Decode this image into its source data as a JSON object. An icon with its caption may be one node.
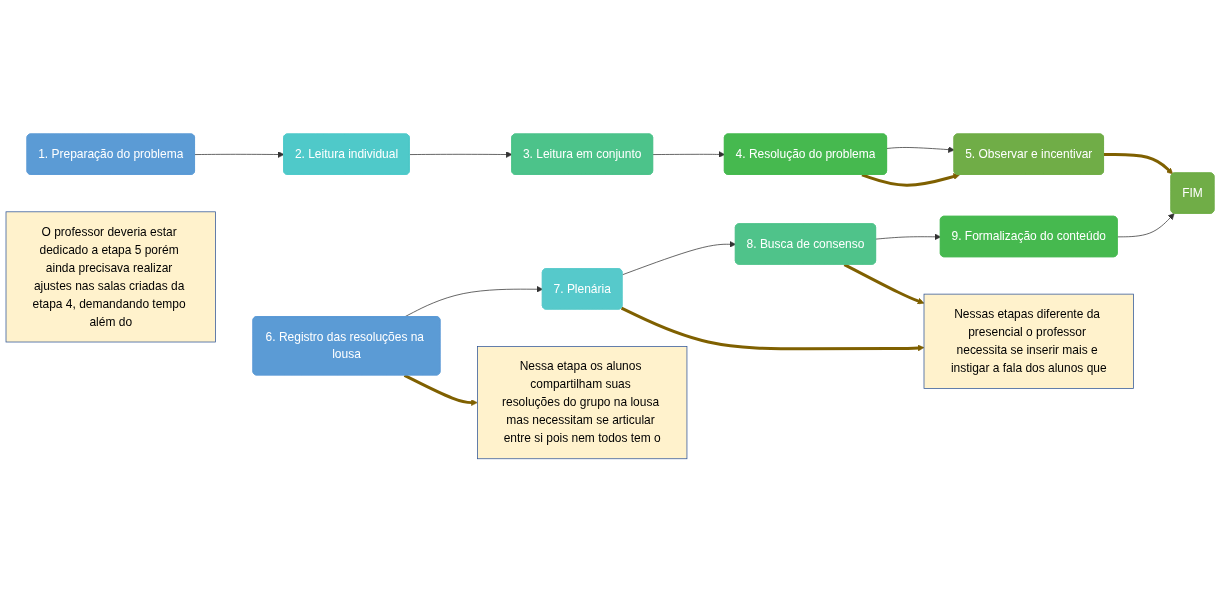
{
  "diagram": {
    "nodes": [
      {
        "text": [
          "1. Preparação do problema"
        ]
      },
      {
        "text": [
          "2. Leitura individual"
        ]
      },
      {
        "text": [
          "3. Leitura em conjunto"
        ]
      },
      {
        "text": [
          "4. Resolução do problema"
        ]
      },
      {
        "text": [
          "5. Observar e incentivar"
        ]
      },
      {
        "text": [
          "6. Registro das resoluções na lousa"
        ]
      },
      {
        "text": [
          "7. Plenária"
        ]
      },
      {
        "text": [
          "8. Busca de consenso"
        ]
      },
      {
        "text": [
          "9. Formalização do conteúdo"
        ]
      },
      {
        "text": [
          "FIM"
        ]
      },
      {
        "text": [
          "O professor deveria estar dedicado a etapa 5 porém ainda precisava realizar ajustes nas salas criadas da etapa 4, demandando tempo além do"
        ]
      },
      {
        "text": [
          "Nessa etapa os alunos compartilham suas resoluções do grupo na lousa mas necessitam se articular entre si pois nem todos tem o"
        ]
      },
      {
        "text": [
          "Nessas etapas diferente da presencial o professor necessita se inserir mais e instigar a fala dos alunos que"
        ]
      }
    ],
    "edges": [
      {
        "from": 0,
        "to": 1,
        "arrow": "to"
      },
      {
        "from": 1,
        "to": 2,
        "arrow": "to"
      },
      {
        "from": 2,
        "to": 3,
        "arrow": "to"
      },
      {
        "from": 3,
        "to": 4,
        "arrow": "to"
      },
      {
        "from": 3,
        "to": 4,
        "arrow": "to",
        "style": "thick",
        "color": "#7f6000"
      },
      {
        "from": 4,
        "to": 9,
        "arrow": "to",
        "style": "thick",
        "color": "#7f6000"
      },
      {
        "from": 5,
        "to": 6,
        "arrow": "to"
      },
      {
        "from": 6,
        "to": 7,
        "arrow": "to"
      },
      {
        "from": 7,
        "to": 8,
        "arrow": "to"
      },
      {
        "from": 8,
        "to": 9,
        "arrow": "to"
      },
      {
        "from": 5,
        "to": 11,
        "arrow": "to",
        "style": "thick",
        "color": "#7f6000"
      },
      {
        "from": 6,
        "to": 12,
        "arrow": "to",
        "style": "thick",
        "color": "#7f6000"
      },
      {
        "from": 7,
        "to": 12,
        "arrow": "to",
        "style": "thick",
        "color": "#7f6000"
      }
    ]
  }
}
